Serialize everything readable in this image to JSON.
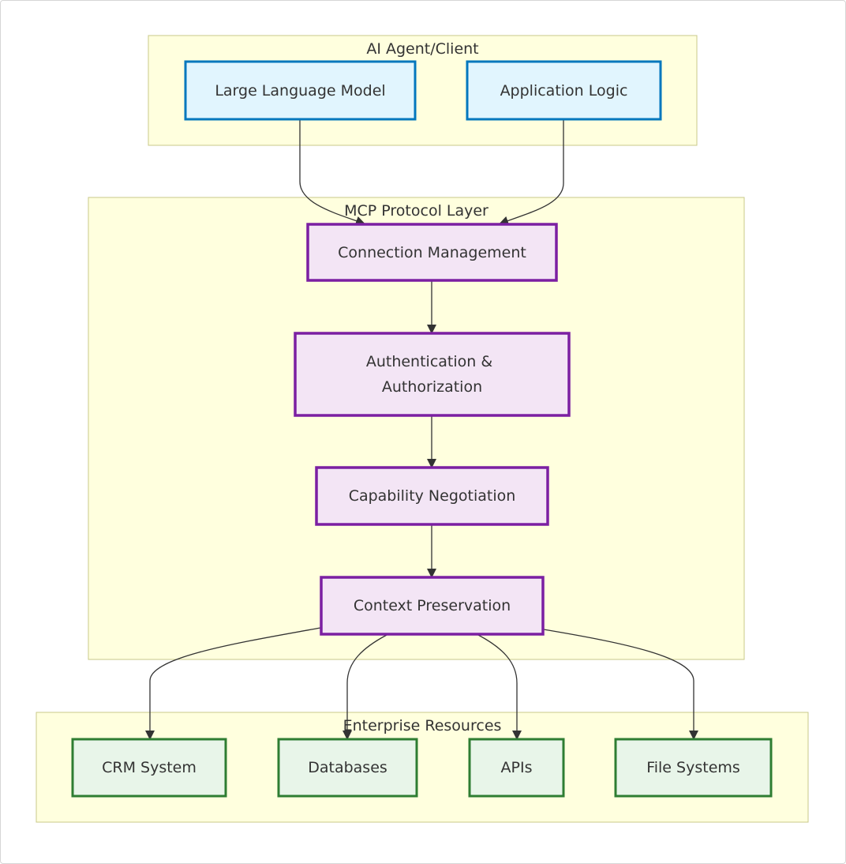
{
  "colors": {
    "cluster_fill": "#ffffde",
    "cluster_stroke": "#c8c88a",
    "edge": "#333333",
    "text": "#333333",
    "client_node_fill": "#e1f5fe",
    "client_node_stroke": "#0277bd",
    "protocol_node_fill": "#f3e5f5",
    "protocol_node_stroke": "#7b1fa2",
    "resource_node_fill": "#e8f5e9",
    "resource_node_stroke": "#2e7d32"
  },
  "clusters": {
    "client": {
      "label": "AI Agent/Client"
    },
    "protocol": {
      "label": "MCP Protocol Layer"
    },
    "resources": {
      "label": "Enterprise Resources"
    }
  },
  "nodes": {
    "llm": {
      "label": "Large Language Model"
    },
    "app_logic": {
      "label": "Application Logic"
    },
    "connection": {
      "label": "Connection Management"
    },
    "auth_line1": {
      "label": "Authentication &"
    },
    "auth_line2": {
      "label": "Authorization"
    },
    "capability": {
      "label": "Capability Negotiation"
    },
    "context": {
      "label": "Context Preservation"
    },
    "crm": {
      "label": "CRM System"
    },
    "databases": {
      "label": "Databases"
    },
    "apis": {
      "label": "APIs"
    },
    "files": {
      "label": "File Systems"
    }
  },
  "edges": [
    {
      "from": "Large Language Model",
      "to": "Connection Management"
    },
    {
      "from": "Application Logic",
      "to": "Connection Management"
    },
    {
      "from": "Connection Management",
      "to": "Authentication & Authorization"
    },
    {
      "from": "Authentication & Authorization",
      "to": "Capability Negotiation"
    },
    {
      "from": "Capability Negotiation",
      "to": "Context Preservation"
    },
    {
      "from": "Context Preservation",
      "to": "CRM System"
    },
    {
      "from": "Context Preservation",
      "to": "Databases"
    },
    {
      "from": "Context Preservation",
      "to": "APIs"
    },
    {
      "from": "Context Preservation",
      "to": "File Systems"
    }
  ]
}
